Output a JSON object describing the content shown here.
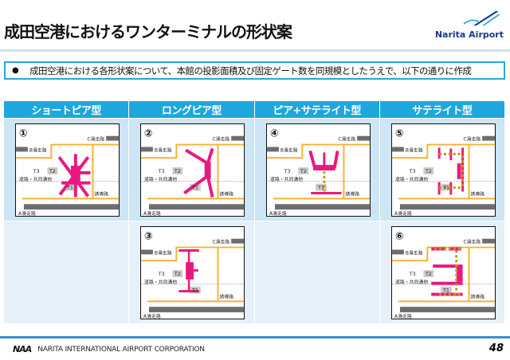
{
  "title": "成田空港におけるワンターミナルの形状案",
  "logo": "Narita Airport",
  "note": "成田空港における各形状案について、本館の投影面積及び固定ゲート数を同規模としたうえで、以下の通りに作成",
  "columns": [
    "ショートピア型",
    "ロングピア型",
    "ピア+サテライト型",
    "サテライト型"
  ],
  "map_labels": {
    "c_runway": "C滑走路",
    "b_runway": "B滑走路",
    "a_runway": "A滑走路",
    "t3": "T3",
    "t2": "T2",
    "t1": "T1",
    "road": "道路・共同溝他",
    "taxiway": "誘導路"
  },
  "panels": [
    {
      "num": "①",
      "type": "short-pier"
    },
    {
      "num": "②",
      "type": "long-pier"
    },
    {
      "num": "④",
      "type": "pier-satellite"
    },
    {
      "num": "⑤",
      "type": "satellite-a"
    },
    {
      "num": "③",
      "type": "long-pier-b"
    },
    {
      "num": "⑥",
      "type": "satellite-b"
    }
  ],
  "colors": {
    "terminal": "#e8197e",
    "people_mover": "#c8920c",
    "road": "#f8b133",
    "runway": "#6d6d6d",
    "header": "#1ea7dc"
  },
  "footer": {
    "org_logo": "NAA",
    "org": "NARITA INTERNATIONAL AIRPORT CORPORATION",
    "page": "48"
  }
}
